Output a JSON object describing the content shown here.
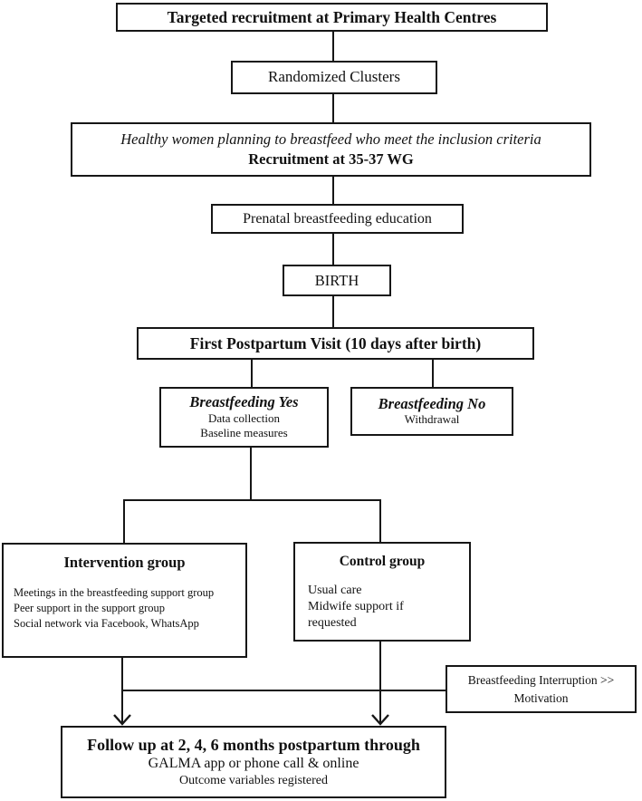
{
  "colors": {
    "background": "#ffffff",
    "line": "#161616",
    "text": "#111111"
  },
  "flowchart": {
    "recruitment_box": {
      "label": "Targeted recruitment at Primary Health Centres"
    },
    "randomized_box": {
      "label": "Randomized Clusters"
    },
    "inclusion_box": {
      "criteria_line": "Healthy women planning to breastfeed who meet the inclusion criteria",
      "recruitment_line": "Recruitment at 35-37 WG"
    },
    "prenatal_box": {
      "label": "Prenatal breastfeeding education"
    },
    "birth_box": {
      "label": "BIRTH"
    },
    "postpartum_visit_box": {
      "label": "First Postpartum Visit (10 days after birth)"
    },
    "breastfeeding_yes_box": {
      "title": "Breastfeeding Yes",
      "lines": [
        "Data collection",
        "Baseline measures"
      ]
    },
    "breastfeeding_no_box": {
      "title": "Breastfeeding No",
      "lines": [
        "Withdrawal"
      ]
    },
    "intervention_box": {
      "title": "Intervention group",
      "lines": [
        "Meetings in the breastfeeding support group",
        "Peer support in the support group",
        "Social network via Facebook, WhatsApp"
      ]
    },
    "control_box": {
      "title": "Control group",
      "lines": [
        "Usual care",
        "Midwife support if requested"
      ]
    },
    "interruption_box": {
      "lines": [
        "Breastfeeding Interruption >>",
        "Motivation"
      ]
    },
    "followup_box": {
      "title": "Follow up at 2, 4, 6 months postpartum through",
      "lines": [
        "GALMA app or phone call & online",
        "Outcome variables registered"
      ]
    }
  }
}
